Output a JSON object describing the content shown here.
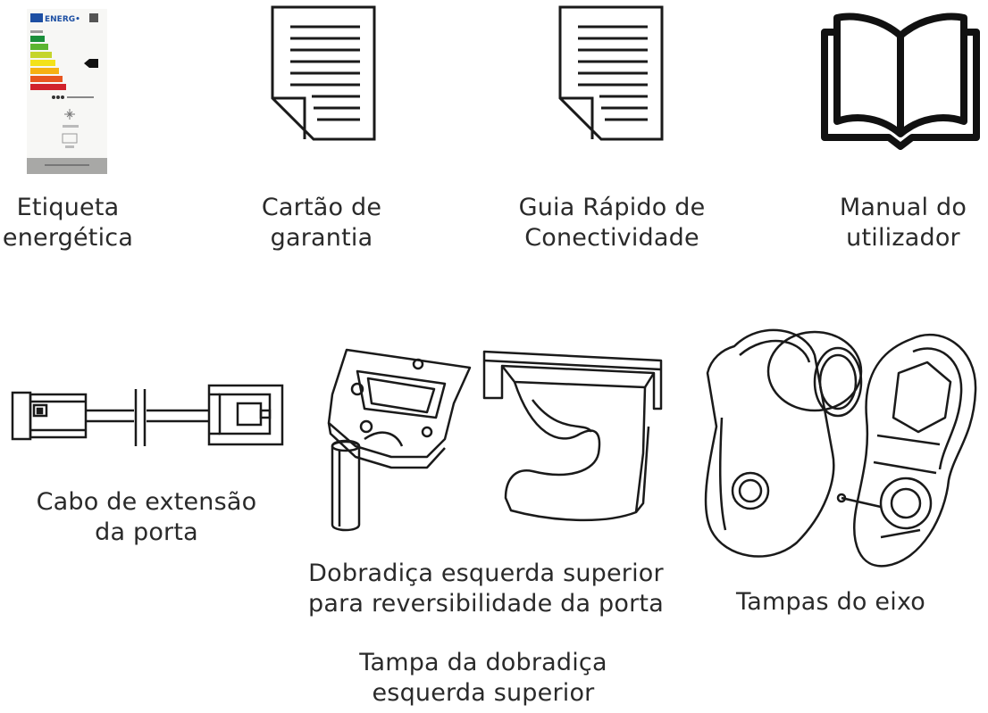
{
  "items": [
    {
      "lines": [
        "Etiqueta",
        "energética"
      ],
      "icon": "energy-label-icon"
    },
    {
      "lines": [
        "Cartão de",
        "garantia"
      ],
      "icon": "document-icon"
    },
    {
      "lines": [
        "Guia Rápido de",
        "Conectividade"
      ],
      "icon": "document-icon"
    },
    {
      "lines": [
        "Manual do",
        "utilizador"
      ],
      "icon": "open-book-icon"
    },
    {
      "lines": [
        "Cabo de extensão",
        "da porta"
      ],
      "icon": "extension-cable-icon"
    },
    {
      "lines": [
        "Dobradiça esquerda superior",
        "para reversibilidade da porta"
      ],
      "icon": "hinge-icon"
    },
    {
      "lines": [
        "Tampa da dobradiça",
        "esquerda superior"
      ],
      "icon": "hinge-cover-icon"
    },
    {
      "lines": [
        "Tampas do eixo"
      ],
      "icon": "axle-caps-icon"
    }
  ],
  "energy_label": {
    "brand_text": "ENERG•"
  }
}
